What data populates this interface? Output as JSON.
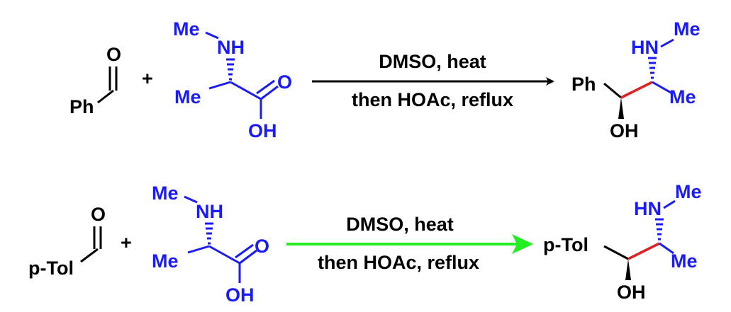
{
  "colors": {
    "reagent": "#1a1aff",
    "new_bond": "#e02020",
    "arrow_top": "#000000",
    "arrow_bottom": "#22ee22",
    "black": "#000000"
  },
  "reaction1": {
    "aldehyde": {
      "o": "O",
      "r": "Ph"
    },
    "plus": "+",
    "amino_acid": {
      "me_n": "Me",
      "nh": "NH",
      "me": "Me",
      "o": "O",
      "oh": "OH"
    },
    "conditions": {
      "line1": "DMSO, heat",
      "line2": "then HOAc, reflux"
    },
    "product": {
      "r": "Ph",
      "hn": "HN",
      "me_n": "Me",
      "me": "Me",
      "oh": "OH"
    }
  },
  "reaction2": {
    "aldehyde": {
      "o": "O",
      "r": "p-Tol"
    },
    "plus": "+",
    "amino_acid": {
      "me_n": "Me",
      "nh": "NH",
      "me": "Me",
      "o": "O",
      "oh": "OH"
    },
    "conditions": {
      "line1": "DMSO, heat",
      "line2": "then HOAc, reflux"
    },
    "product": {
      "r": "p-Tol",
      "hn": "HN",
      "me_n": "Me",
      "me": "Me",
      "oh": "OH"
    }
  }
}
